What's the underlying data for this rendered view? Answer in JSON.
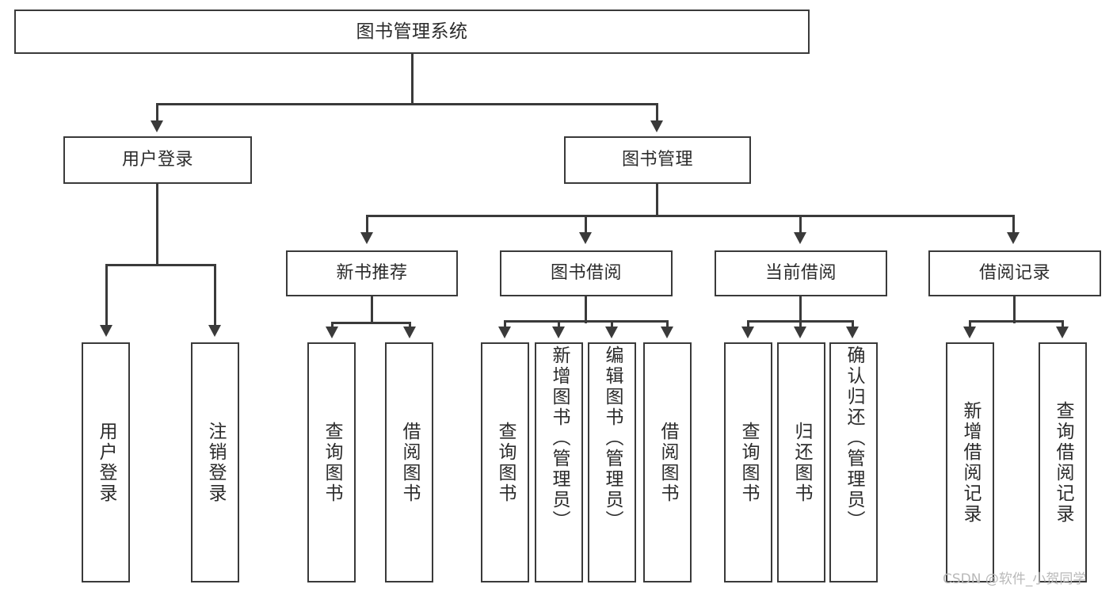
{
  "diagram": {
    "type": "tree",
    "title": "图书管理系统",
    "watermark": "CSDN @软件_小贺同学",
    "colors": {
      "line": "#3a3a3a",
      "box_fill": "#ffffff",
      "text": "#2b2b2b",
      "watermark": "#b9b9b9",
      "background": "#ffffff"
    }
  },
  "nodes": {
    "root": {
      "label": "图书管理系统"
    },
    "level1": [
      {
        "label": "用户登录"
      },
      {
        "label": "图书管理"
      }
    ],
    "level2": [
      {
        "label": "新书推荐"
      },
      {
        "label": "图书借阅"
      },
      {
        "label": "当前借阅"
      },
      {
        "label": "借阅记录"
      }
    ],
    "leaves": {
      "user_login": [
        {
          "label": "用户登录"
        },
        {
          "label": "注销登录"
        }
      ],
      "new_book_recommend": [
        {
          "label": "查询图书"
        },
        {
          "label": "借阅图书"
        }
      ],
      "book_borrow": [
        {
          "label": "查询图书"
        },
        {
          "label": "新增图书（管理员）"
        },
        {
          "label": "编辑图书（管理员）"
        },
        {
          "label": "借阅图书"
        }
      ],
      "current_borrow": [
        {
          "label": "查询图书"
        },
        {
          "label": "归还图书"
        },
        {
          "label": "确认归还（管理员）"
        }
      ],
      "borrow_record": [
        {
          "label": "新增借阅记录"
        },
        {
          "label": "查询借阅记录"
        }
      ]
    }
  }
}
